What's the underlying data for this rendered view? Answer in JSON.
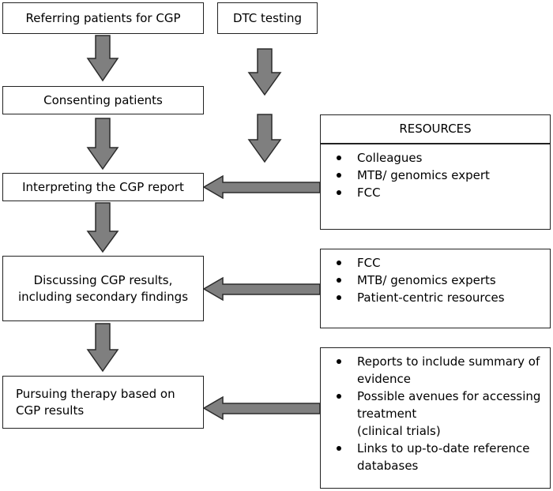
{
  "steps": {
    "referring": "Referring patients for CGP",
    "dtc": "DTC testing",
    "consenting": "Consenting patients",
    "interpreting": "Interpreting the CGP report",
    "discussing": [
      "Discussing CGP results,",
      "including secondary findings"
    ],
    "pursuing": [
      "Pursuing therapy based on",
      "CGP results"
    ]
  },
  "resources": {
    "header": "RESOURCES",
    "interpreting": [
      "Colleagues",
      "MTB/ genomics expert",
      "FCC"
    ],
    "discussing": [
      "FCC",
      "MTB/ genomics experts",
      "Patient-centric resources"
    ],
    "pursuing": [
      [
        "Reports to include summary of",
        "evidence"
      ],
      [
        "Possible avenues for accessing",
        "treatment",
        "(clinical trials)"
      ],
      [
        "Links to up-to-date reference",
        "databases"
      ]
    ]
  },
  "colors": {
    "arrow_fill": "#7f7f7f",
    "arrow_stroke": "#2b2b2b",
    "border": "#222222"
  }
}
